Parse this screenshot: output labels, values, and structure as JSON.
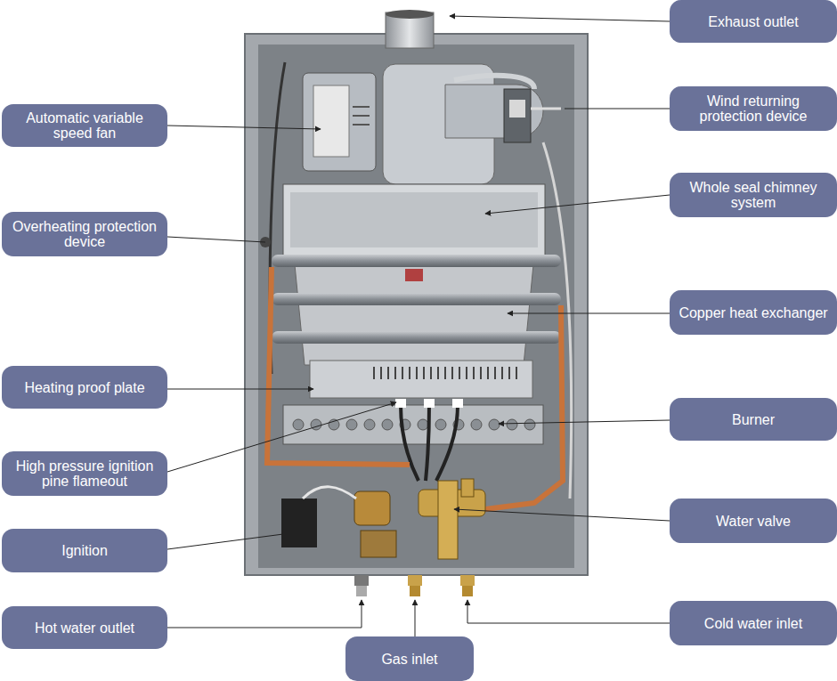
{
  "diagram": {
    "nodes": [
      {
        "text": [
          "Exhaust outlet"
        ]
      },
      {
        "text": [
          "Automatic variable speed fan"
        ]
      },
      {
        "text": [
          "Wind returning protection device"
        ]
      },
      {
        "text": [
          "Whole seal chimney system"
        ]
      },
      {
        "text": [
          "Overheating protection device"
        ]
      },
      {
        "text": [
          "Copper heat exchanger"
        ]
      },
      {
        "text": [
          "Heating proof plate"
        ]
      },
      {
        "text": [
          "Burner"
        ]
      },
      {
        "text": [
          "High pressure ignition pine flameout"
        ]
      },
      {
        "text": [
          "Water valve"
        ]
      },
      {
        "text": [
          "Ignition"
        ]
      },
      {
        "text": [
          "Hot water outlet"
        ]
      },
      {
        "text": [
          "Cold water inlet"
        ]
      },
      {
        "text": [
          "Gas inlet"
        ]
      }
    ]
  }
}
